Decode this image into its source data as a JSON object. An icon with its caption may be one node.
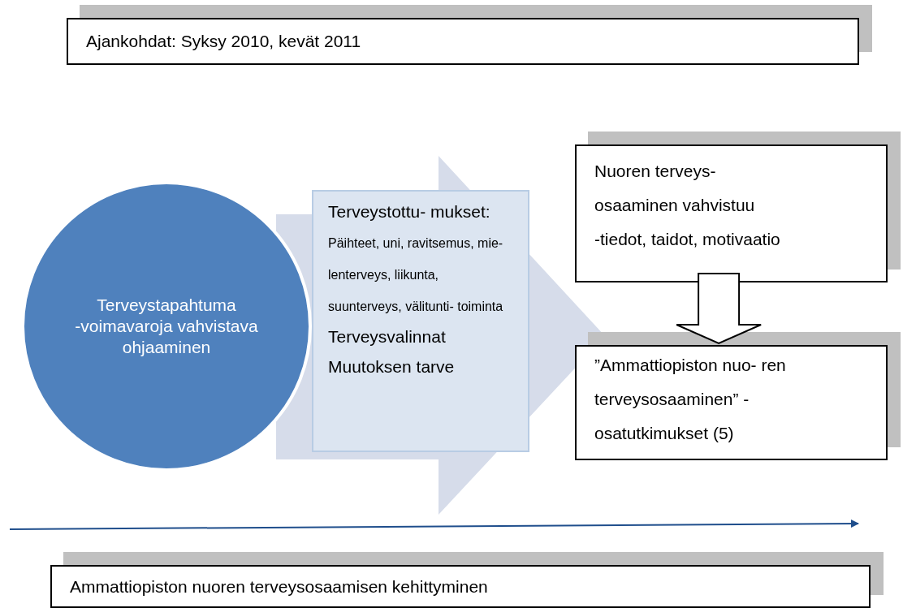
{
  "diagram": {
    "nodes": [
      {
        "text": [
          "Ajankohdat: Syksy 2010, kevät 2011"
        ]
      },
      {
        "text": [
          "Terveystapahtuma",
          "-voimavaroja vahvistava ohjaaminen"
        ]
      },
      {
        "text": [
          "Terveystottu- mukset:",
          "Päihteet, uni, ravitsemus, mie- lenterveys, liikunta, suunterveys, välitunti- toiminta",
          "Terveysvalinnat",
          "Muutoksen tarve"
        ]
      },
      {
        "text": [
          "Nuoren terveys- osaaminen vahvistuu",
          "-tiedot, taidot, motivaatio"
        ]
      },
      {
        "text": [
          "”Ammattiopiston nuo- ren terveysosaaminen” - osatutkimukset (5)"
        ]
      },
      {
        "text": [
          "Ammattiopiston nuoren terveysosaamisen kehittyminen"
        ]
      }
    ],
    "edges": [
      {
        "from": 1,
        "to": null,
        "arrow": "to",
        "style": "thick"
      },
      {
        "from": 3,
        "to": 4,
        "arrow": "to",
        "style": "thick"
      }
    ]
  }
}
